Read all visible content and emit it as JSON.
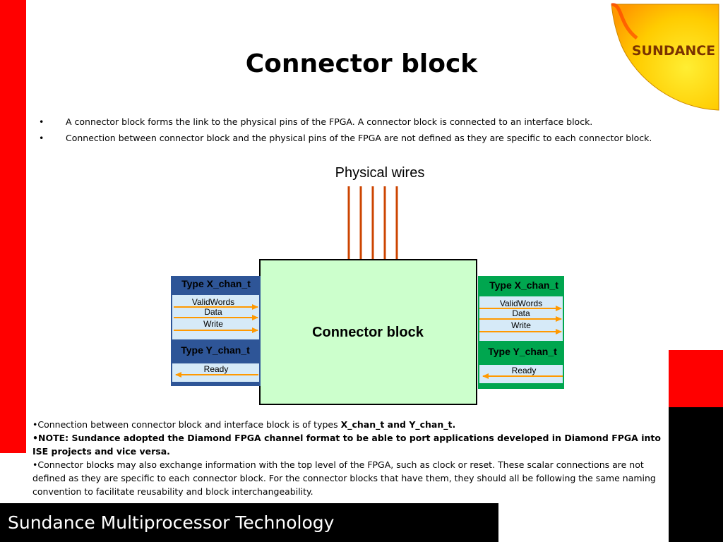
{
  "title": "Connector block",
  "logo_text": "SUNDANCE",
  "bullets": [
    "A connector block forms the link to the physical pins of the FPGA. A connector block is connected to an interface block.",
    "Connection between connector block and the physical pins of the FPGA are not defined as they are specific to each connector block."
  ],
  "bullet_marker": "•",
  "diagram": {
    "physical_wires_label": "Physical wires",
    "center_label": "Connector block",
    "left": {
      "x_type": "Type X_chan_t",
      "x_signals": [
        "ValidWords",
        "Data",
        "Write"
      ],
      "y_type": "Type Y_chan_t",
      "y_signals": [
        "Ready"
      ]
    },
    "right": {
      "x_type": "Type X_chan_t",
      "x_signals": [
        "ValidWords",
        "Data",
        "Write"
      ],
      "y_type": "Type Y_chan_t",
      "y_signals": [
        "Ready"
      ]
    },
    "colors": {
      "center_fill": "#ccffcc",
      "left_header": "#2e5597",
      "right_header": "#00a64f",
      "signal_fill": "#d6eaf8",
      "arrow": "#ff9900",
      "wire": "#cc4400"
    }
  },
  "notes": {
    "n1_plain": "•Connection between connector block and interface block is of types ",
    "n1_bold": "X_chan_t and Y_chan_t.",
    "n2_bold": "•NOTE: Sundance adopted the Diamond FPGA channel format to be able to port applications developed in Diamond FPGA into ISE projects and vice versa.",
    "n3_plain": "•Connector blocks may also exchange information with the top level of the FPGA, such as clock or reset.  These scalar connections are not defined as they are specific to each connector block. For the connector blocks that have them, they should all be following the same naming convention to facilitate reusability and block interchangeability."
  },
  "footer": "Sundance Multiprocessor Technology"
}
